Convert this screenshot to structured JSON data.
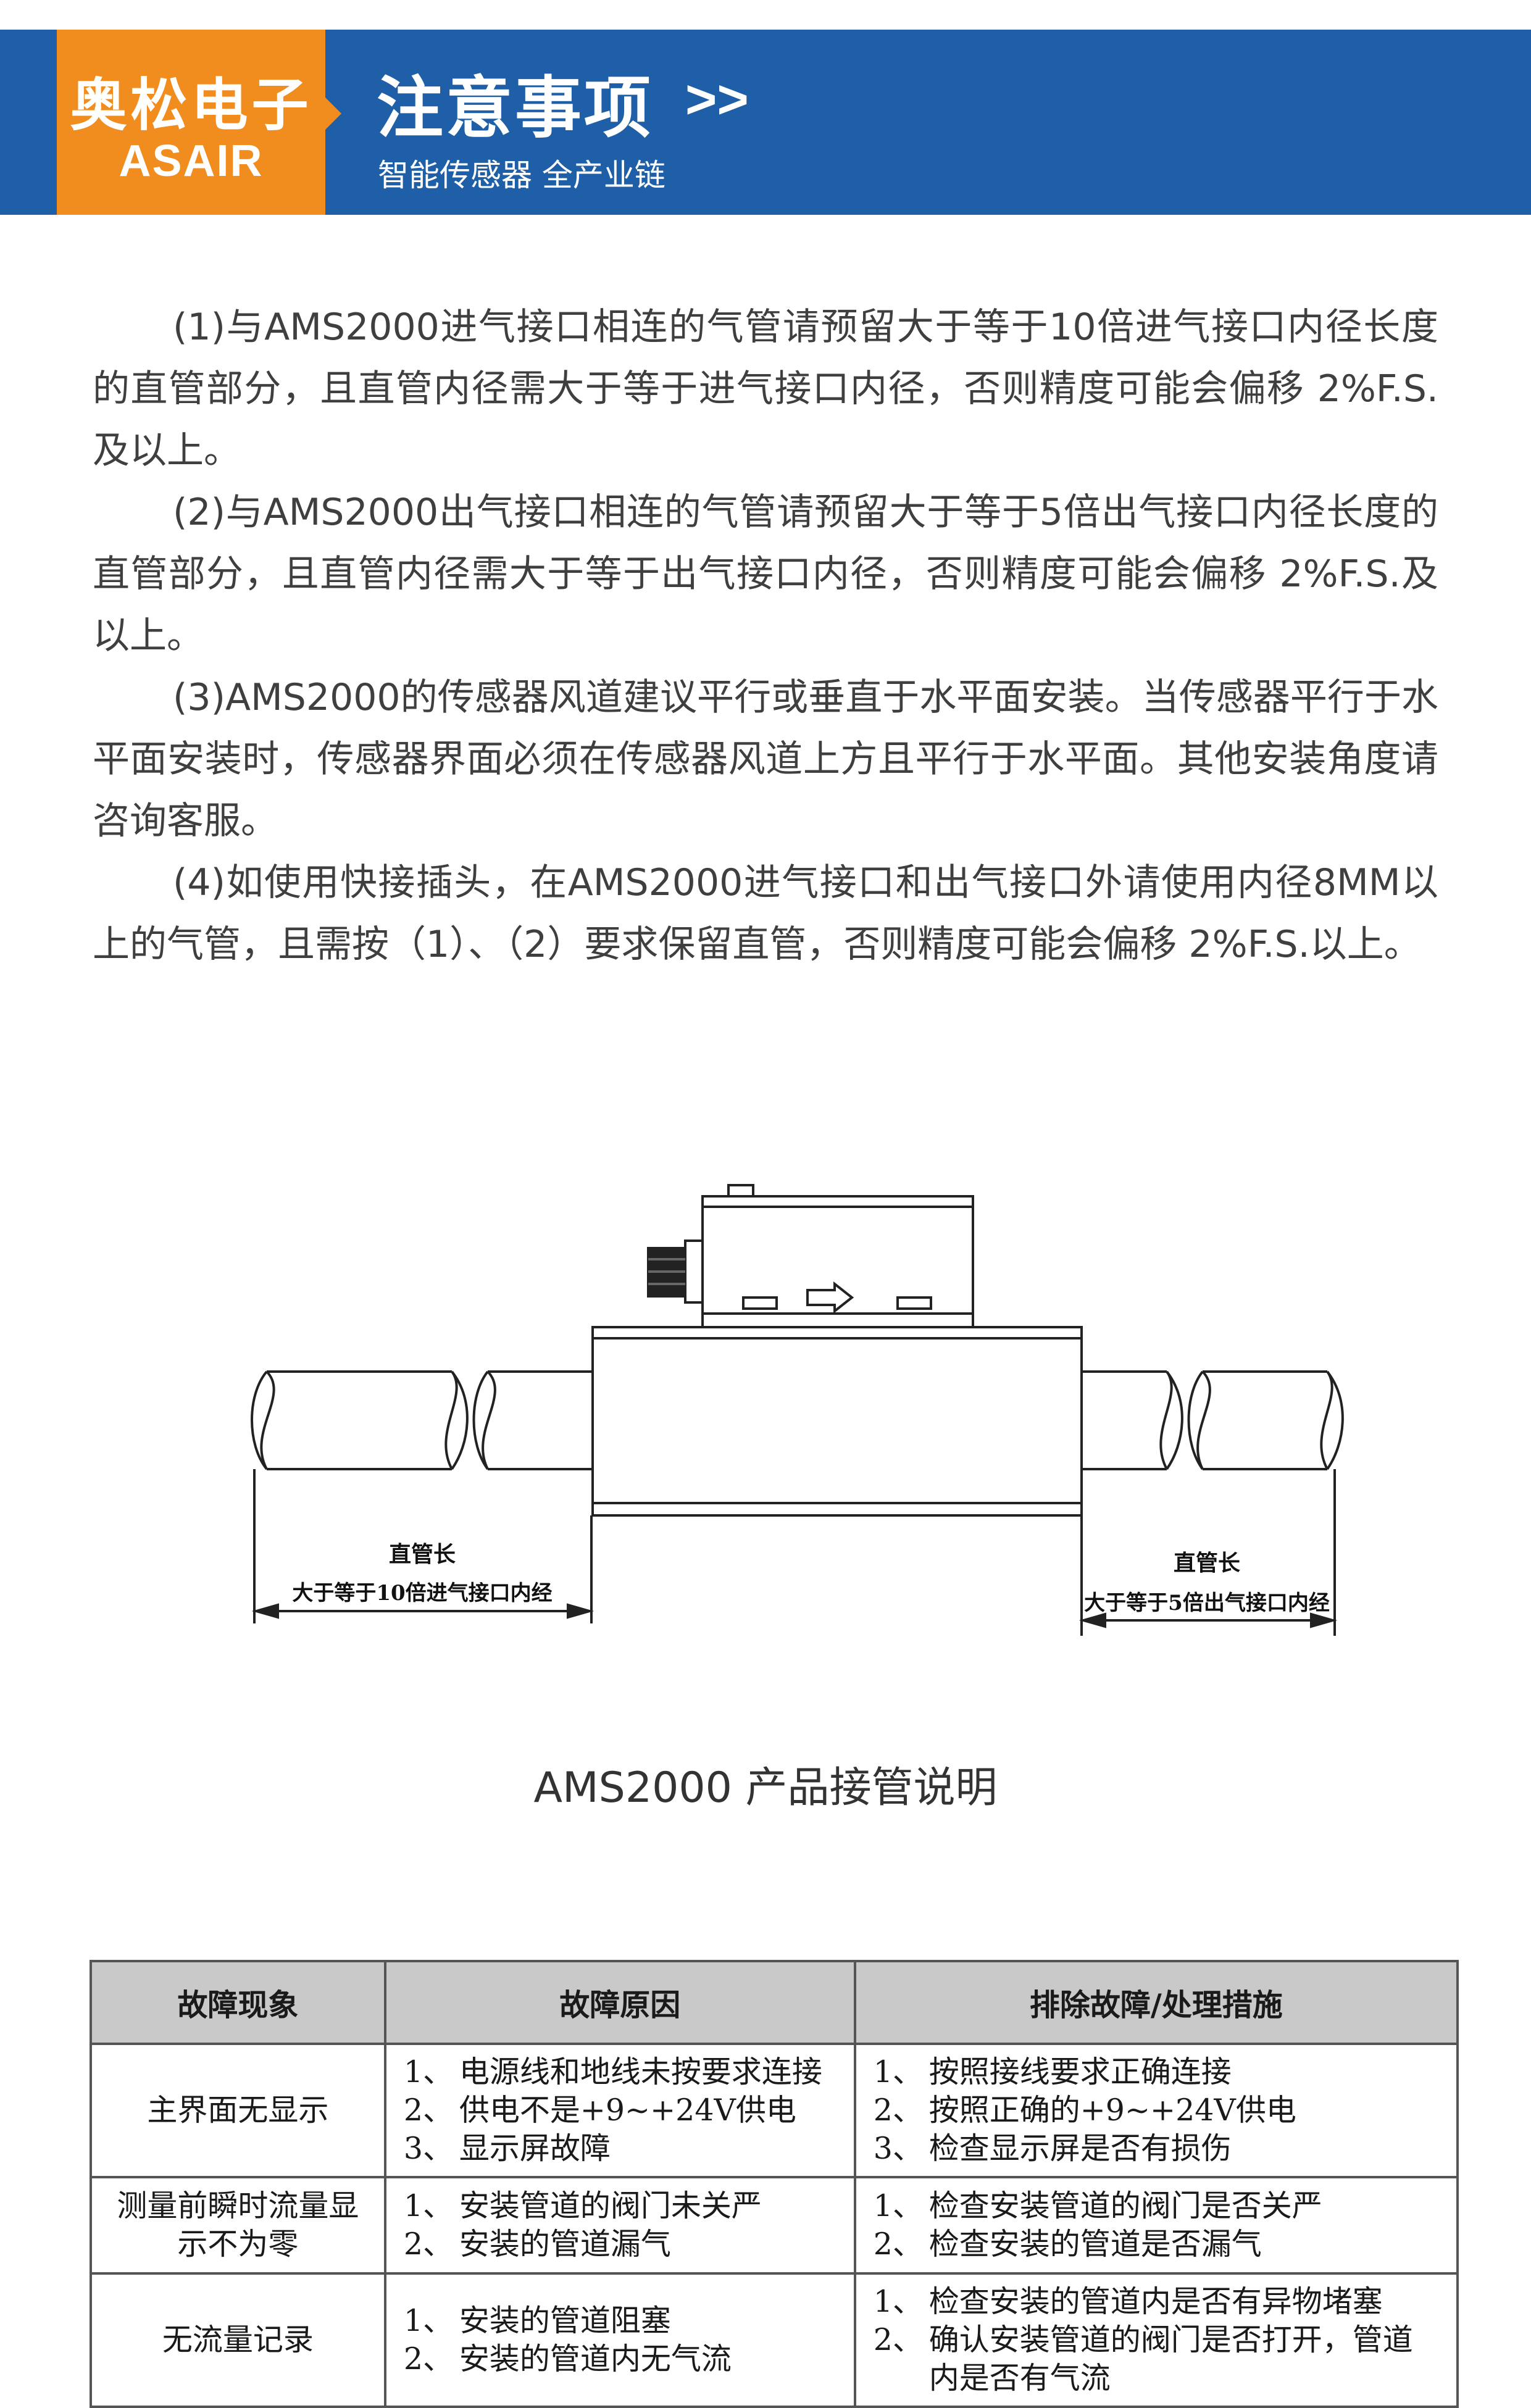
{
  "header": {
    "brand_cn": "奥松电子",
    "brand_en": "ASAIR",
    "title": "注意事项",
    "arrow": ">>",
    "subtitle": "智能传感器 全产业链",
    "colors": {
      "bar": "#1f5fa8",
      "brand": "#f18d1e"
    }
  },
  "paragraphs": [
    "(1)与AMS2000进气接口相连的气管请预留大于等于10倍进气接口内径长度的直管部分，且直管内径需大于等于进气接口内径，否则精度可能会偏移 2%F.S.及以上。",
    "(2)与AMS2000出气接口相连的气管请预留大于等于5倍出气接口内径长度的直管部分，且直管内径需大于等于出气接口内径，否则精度可能会偏移 2%F.S.及以上。",
    "(3)AMS2000的传感器风道建议平行或垂直于水平面安装。当传感器平行于水平面安装时，传感器界面必须在传感器风道上方且平行于水平面。其他安装角度请咨询客服。",
    "(4)如使用快接插头，在AMS2000进气接口和出气接口外请使用内径8MM以上的气管，且需按（1）、（2）要求保留直管，否则精度可能会偏移 2%F.S.以上。"
  ],
  "figure": {
    "left_label_1": "直管长",
    "left_label_2": "大于等于10倍进气接口内经",
    "right_label_1": "直管长",
    "right_label_2": "大于等于5倍出气接口内经",
    "caption": "AMS2000 产品接管说明"
  },
  "table": {
    "headers": [
      "故障现象",
      "故障原因",
      "排除故障/处理措施"
    ],
    "rows": [
      {
        "symptom": "主界面无显示",
        "causes": [
          {
            "num": "1、",
            "text": "电源线和地线未按要求连接"
          },
          {
            "num": "2、",
            "text": "供电不是+9~+24V供电"
          },
          {
            "num": "3、",
            "text": "显示屏故障"
          }
        ],
        "solutions": [
          {
            "num": "1、",
            "text": "按照接线要求正确连接"
          },
          {
            "num": "2、",
            "text": "按照正确的+9~+24V供电"
          },
          {
            "num": "3、",
            "text": "检查显示屏是否有损伤"
          }
        ]
      },
      {
        "symptom": "测量前瞬时流量显示不为零",
        "causes": [
          {
            "num": "1、",
            "text": "安装管道的阀门未关严"
          },
          {
            "num": "2、",
            "text": "安装的管道漏气"
          }
        ],
        "solutions": [
          {
            "num": "1、",
            "text": "检查安装管道的阀门是否关严"
          },
          {
            "num": "2、",
            "text": "检查安装的管道是否漏气"
          }
        ]
      },
      {
        "symptom": "无流量记录",
        "causes": [
          {
            "num": "1、",
            "text": "安装的管道阻塞"
          },
          {
            "num": "2、",
            "text": "安装的管道内无气流"
          }
        ],
        "solutions": [
          {
            "num": "1、",
            "text": "检查安装的管道内是否有异物堵塞"
          },
          {
            "num": "2、",
            "text": "确认安装管道的阀门是否打开，管道内是否有气流"
          }
        ]
      }
    ]
  }
}
